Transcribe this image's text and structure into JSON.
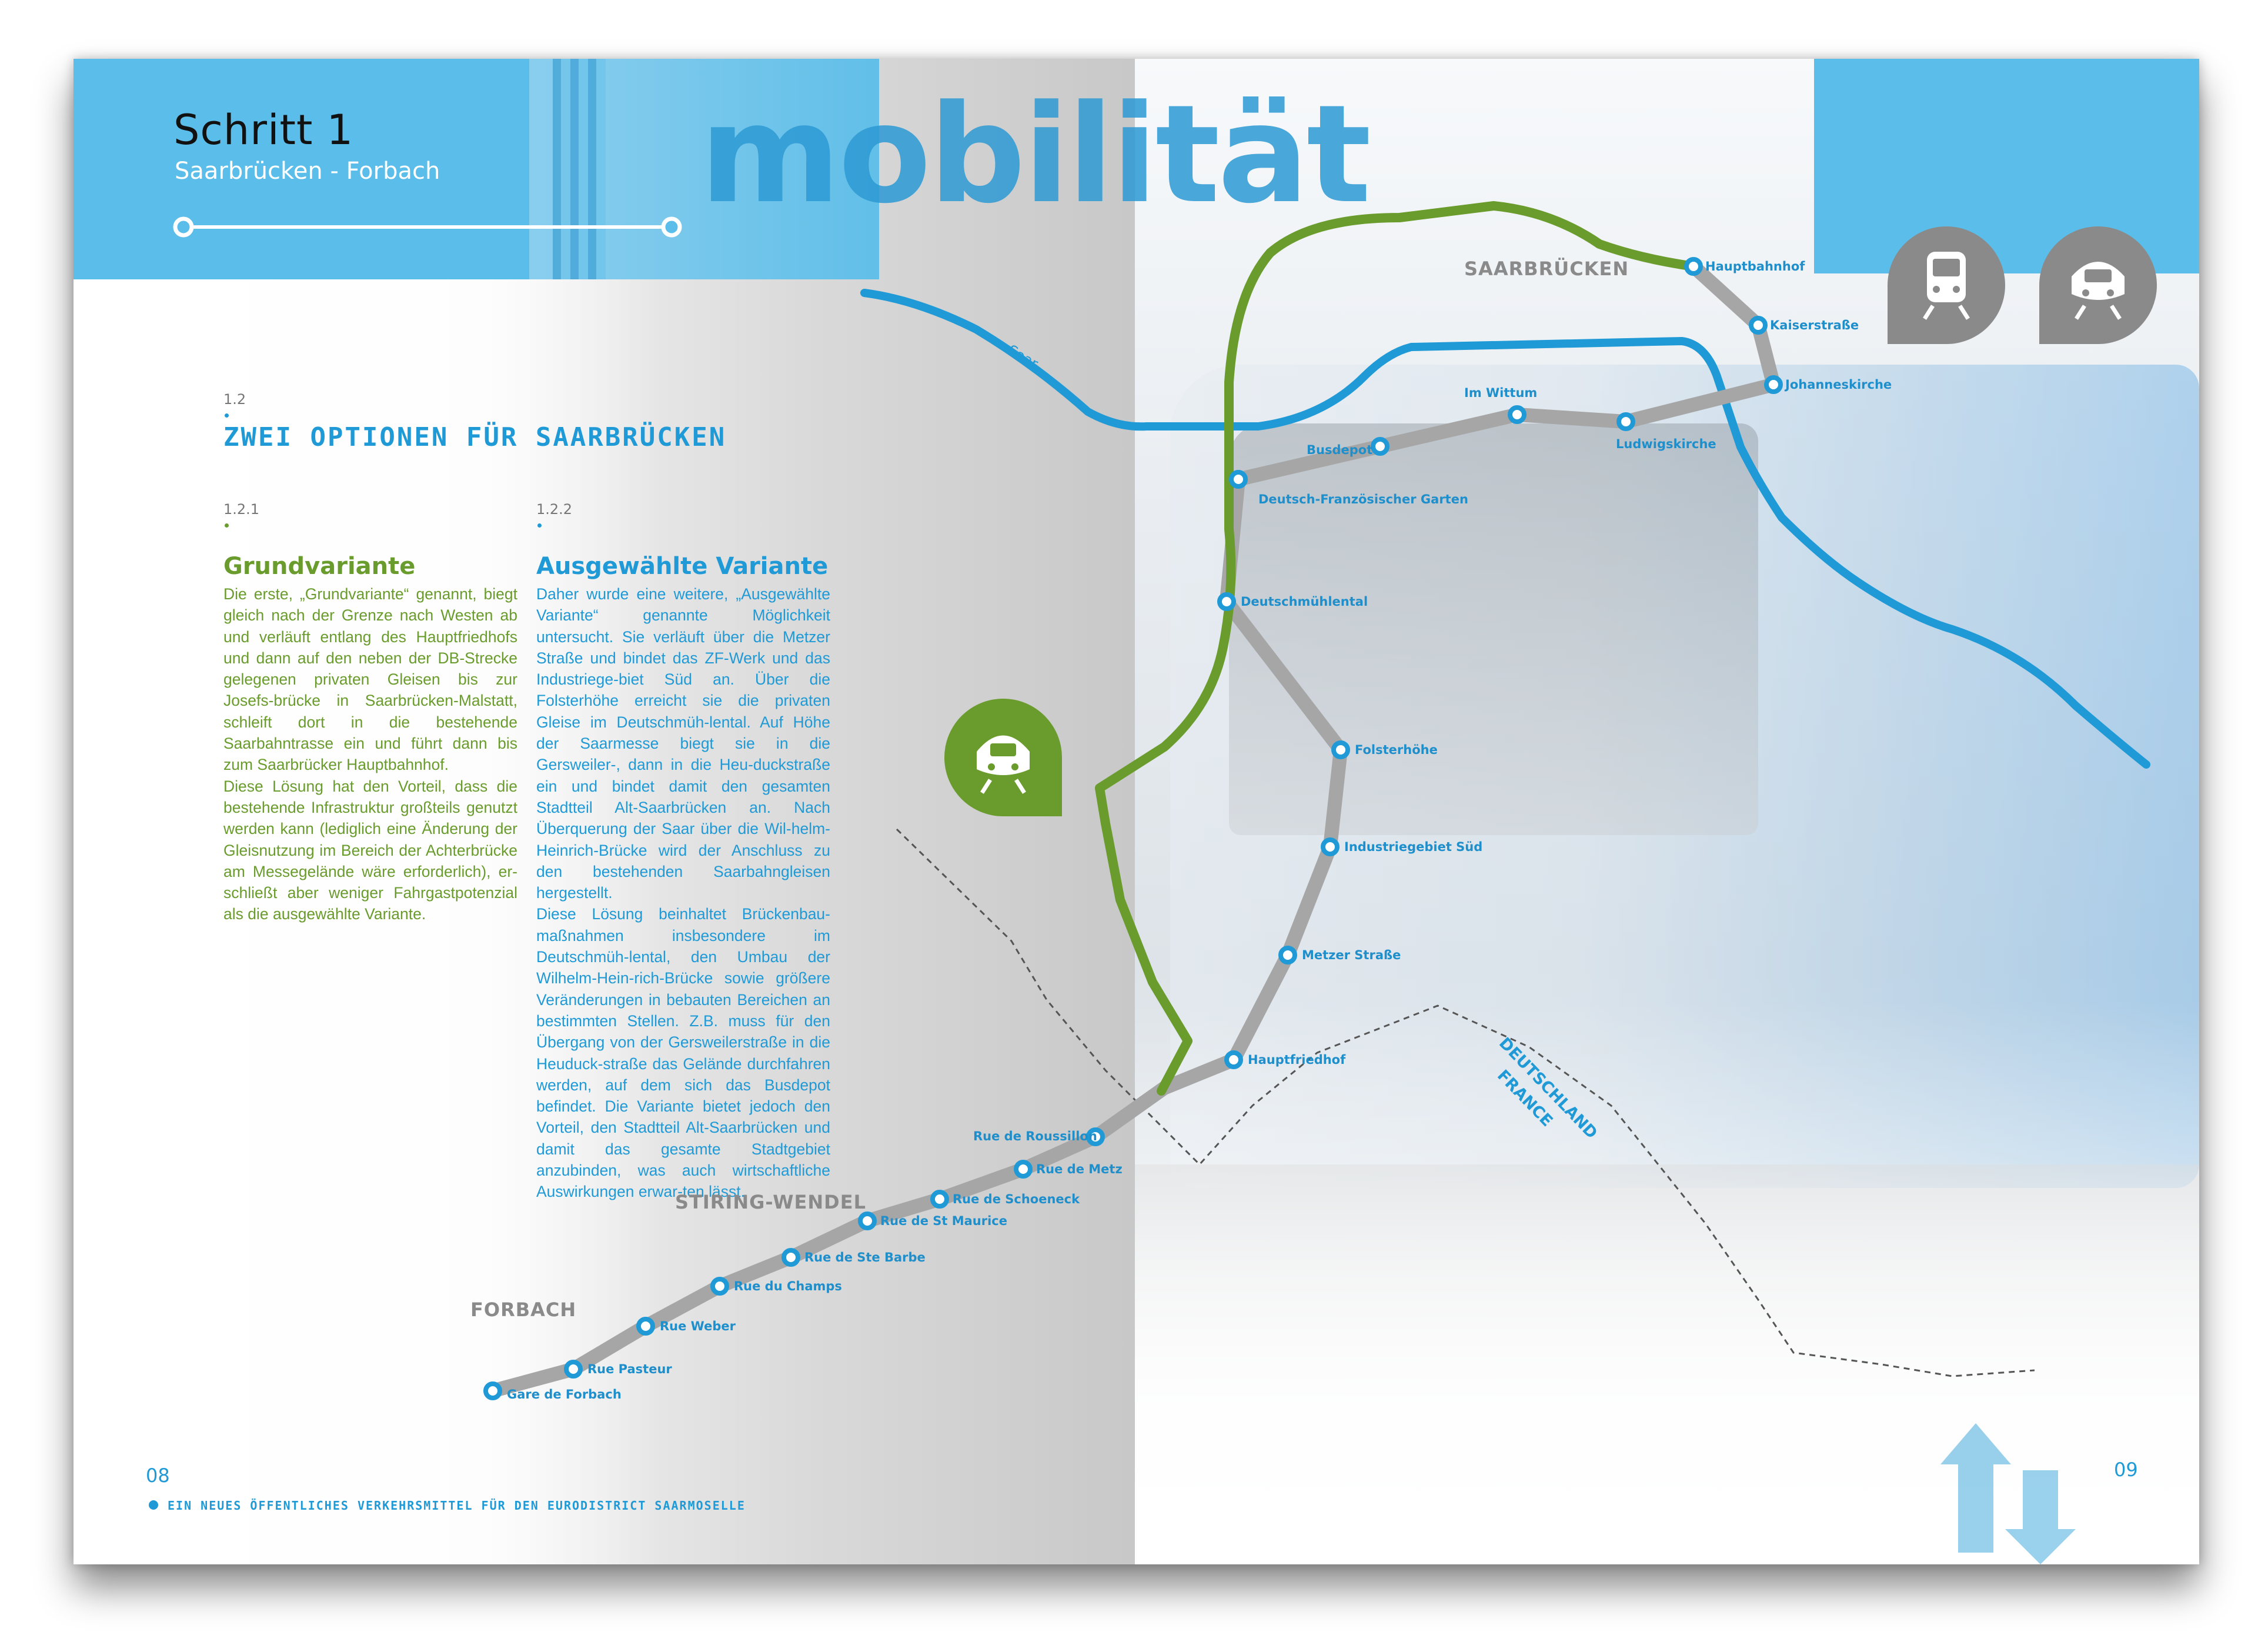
{
  "header": {
    "title": "Schritt 1",
    "subtitle": "Saarbrücken - Forbach",
    "background_word": "mobilität"
  },
  "section": {
    "number": "1.2",
    "title": "ZWEI OPTIONEN FÜR SAARBRÜCKEN"
  },
  "variant_a": {
    "number": "1.2.1",
    "title": "Grundvariante",
    "paragraphs": [
      "Die erste, „Grundvariante“ genannt, biegt gleich nach der Grenze nach Westen ab und verläuft entlang des Hauptfriedhofs und dann auf den neben der DB-Strecke gelegenen privaten Gleisen bis zur Josefs-brücke in Saarbrücken-Malstatt, schleift dort in die bestehende Saarbahntrasse ein und führt dann bis zum Saarbrücker Hauptbahnhof.",
      "Diese Lösung hat den Vorteil, dass die bestehende Infrastruktur großteils genutzt werden kann (lediglich eine Änderung der Gleisnutzung im Bereich der Achterbrücke am Messegelände wäre erforderlich), er-schließt aber weniger Fahrgastpotenzial als die ausgewählte Variante."
    ]
  },
  "variant_b": {
    "number": "1.2.2",
    "title": "Ausgewählte Variante",
    "paragraphs": [
      "Daher wurde eine weitere, „Ausgewählte Variante“ genannte Möglichkeit untersucht. Sie verläuft über die Metzer Straße und bindet das ZF-Werk und das Industriege-biet Süd an. Über die Folsterhöhe erreicht sie die privaten Gleise im Deutschmüh-lental. Auf Höhe der Saarmesse biegt sie in die Gersweiler-, dann in die Heu-duckstraße ein und bindet damit den gesamten Stadtteil Alt-Saarbrücken an. Nach Überquerung der Saar über die Wil-helm-Heinrich-Brücke wird der Anschluss zu den bestehenden Saarbahngleisen hergestellt.",
      "Diese Lösung beinhaltet Brückenbau-maßnahmen insbesondere im Deutschmüh-lental, den Umbau der Wilhelm-Hein-rich-Brücke sowie größere Veränderungen in bebauten Bereichen an bestimmten Stellen. Z.B. muss für den Übergang von der Gersweilerstraße in die Heuduck-straße das Gelände durchfahren werden, auf dem sich das Busdepot befindet. Die Variante bietet jedoch den Vorteil, den Stadtteil Alt-Saarbrücken und damit das gesamte Stadtgebiet anzubinden, was auch wirtschaftliche Auswirkungen erwar-ten lässt."
    ]
  },
  "map": {
    "cities": [
      "SAARBRÜCKEN",
      "STIRING-WENDEL",
      "FORBACH"
    ],
    "river": "Saar",
    "border": [
      "DEUTSCHLAND",
      "FRANCE"
    ],
    "stations": [
      "Hauptbahnhof",
      "Kaiserstraße",
      "Johanneskirche",
      "Im Wittum",
      "Ludwigskirche",
      "Busdepot",
      "Deutsch-Französischer Garten",
      "Deutschmühlental",
      "Folsterhöhe",
      "Industriegebiet Süd",
      "Metzer Straße",
      "Hauptfriedhof",
      "Rue de Roussillon",
      "Rue de Metz",
      "Rue de Schoeneck",
      "Rue de St Maurice",
      "Rue de Ste Barbe",
      "Rue du Champs",
      "Rue Weber",
      "Rue Pasteur",
      "Gare de Forbach"
    ],
    "colors": {
      "grundvariante": "#6a9c2d",
      "ausgewaehlte": "#a6a6a6",
      "saar": "#1f9ad6",
      "station": "#1f9ad6"
    }
  },
  "footer": {
    "page_left": "08",
    "page_right": "09",
    "text": "EIN NEUES ÖFFENTLICHES VERKEHRSMITTEL FÜR DEN EURODISTRICT SAARMOSELLE"
  },
  "icons": [
    "tram-icon",
    "train-icon"
  ]
}
